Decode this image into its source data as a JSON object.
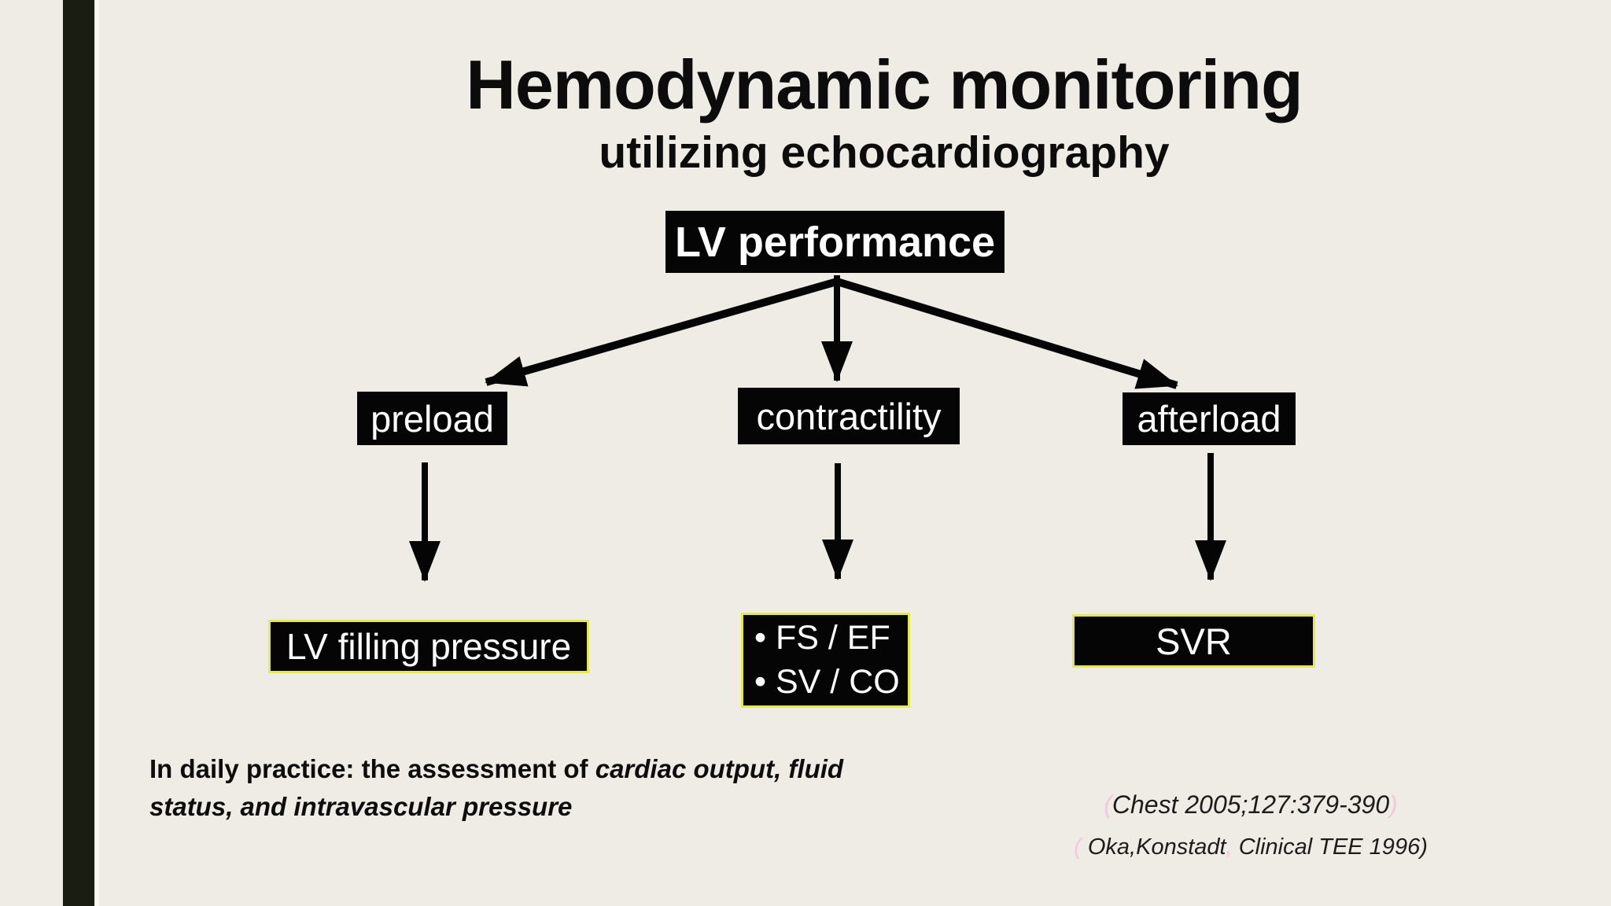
{
  "colors": {
    "background": "#EFECE5",
    "accent_bar": "#1A1D12",
    "node_background": "#050505",
    "node_text": "#FFFFFF",
    "outcome_border": "#E4E94E",
    "body_text": "#111111",
    "paren_accent": "#F3C6E2"
  },
  "slide": {
    "title": "Hemodynamic monitoring",
    "subtitle": "utilizing echocardiography"
  },
  "diagram": {
    "root_label": "LV performance",
    "branches": [
      {
        "label": "preload",
        "outcome": "LV filling pressure"
      },
      {
        "label": "contractility",
        "bullets": [
          "• FS / EF",
          "• SV / CO"
        ]
      },
      {
        "label": "afterload",
        "outcome": "SVR"
      }
    ]
  },
  "footer": {
    "statement": {
      "lead": "In daily practice: the assessment of ",
      "emphasis_line1": "cardiac output, fluid",
      "emphasis_line2": "status, and intravascular pressure"
    },
    "citations": {
      "first": {
        "open": "(",
        "body": "Chest 2005;127:379-390",
        "close": ")"
      },
      "second": {
        "open": "( ",
        "name_part": "Oka,Konstadt",
        "separator": ",",
        "rest": " Clinical TEE 1996)"
      }
    }
  }
}
